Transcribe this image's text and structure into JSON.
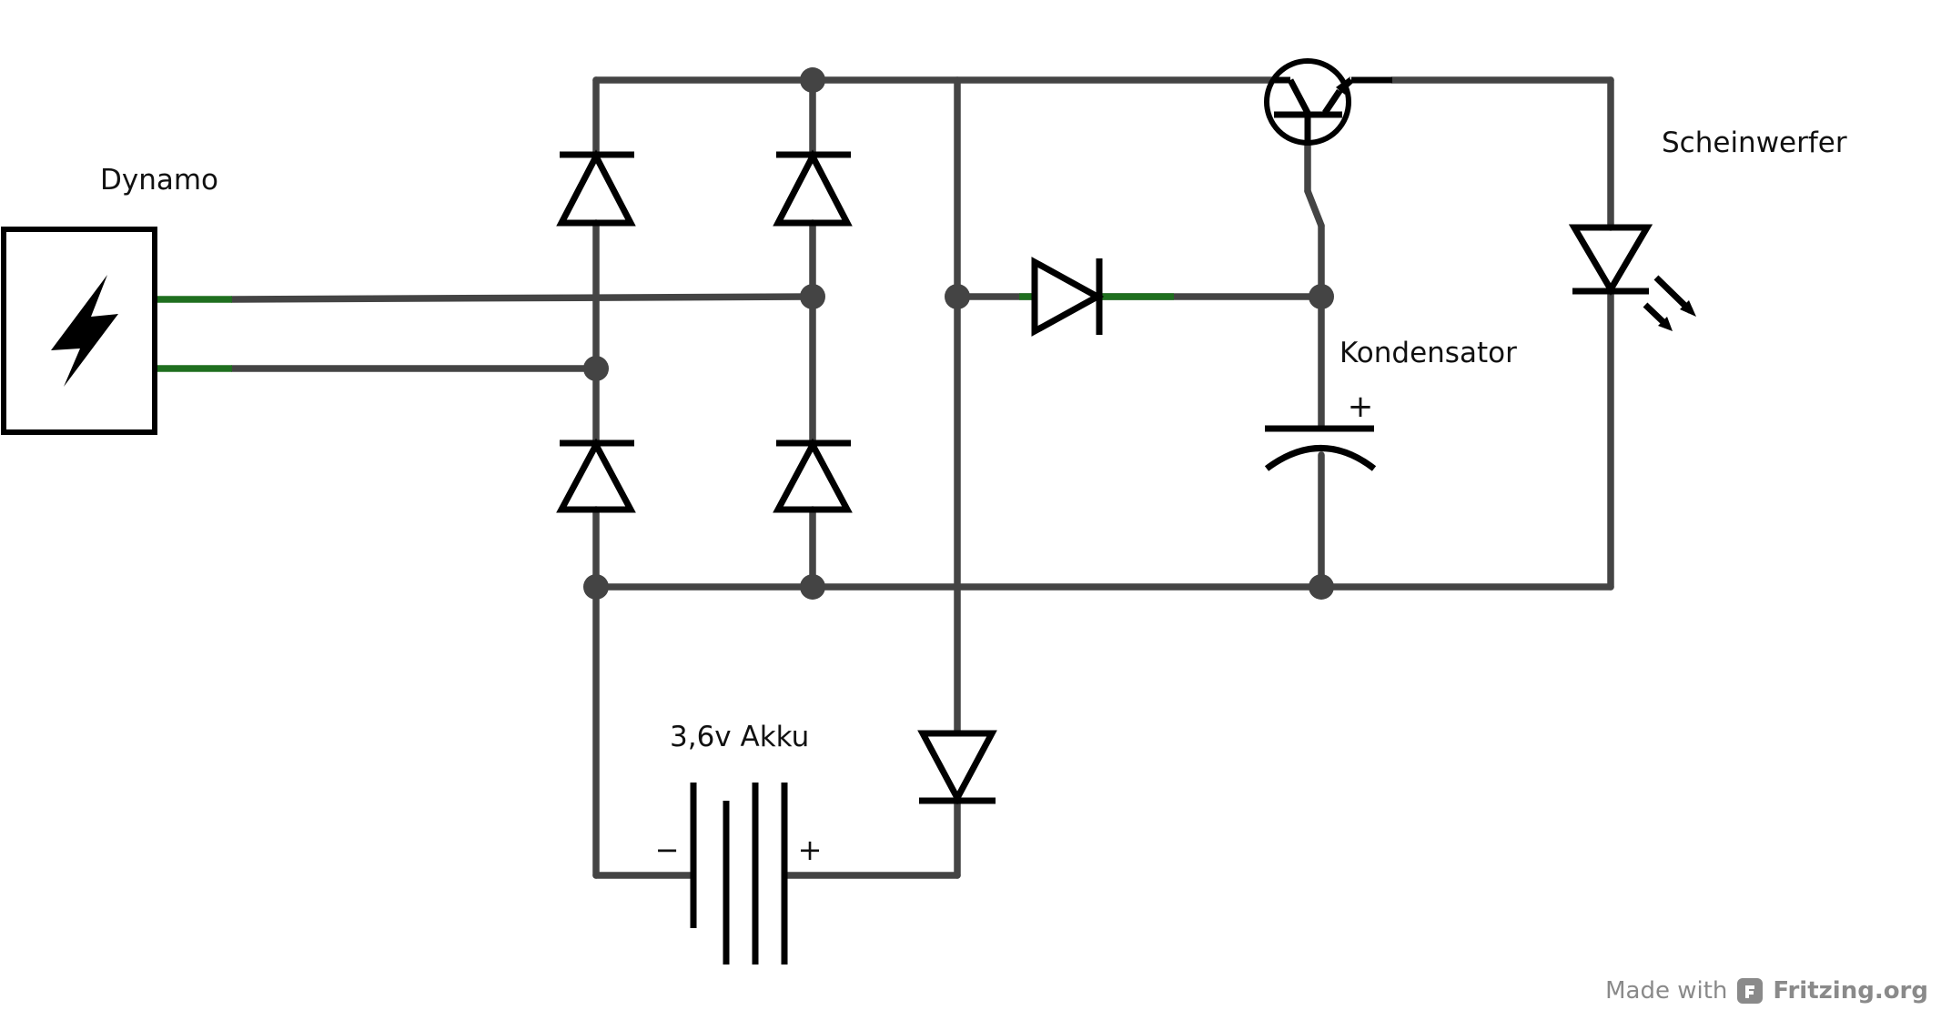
{
  "labels": {
    "dynamo": "Dynamo",
    "headlight": "Scheinwerfer",
    "capacitor": "Kondensator",
    "battery": "3,6v Akku",
    "battery_minus": "−",
    "battery_plus": "+",
    "capacitor_plus": "+"
  },
  "footer": {
    "made_with": "Made with",
    "brand": "Fritzing.org"
  },
  "colors": {
    "wire": "#444444",
    "symbol": "#000000",
    "connector_end": "#1f6f1f",
    "background": "#ffffff"
  },
  "icons": {
    "dynamo": "lightning-bolt-icon",
    "footer_logo": "fritzing-logo-icon"
  }
}
